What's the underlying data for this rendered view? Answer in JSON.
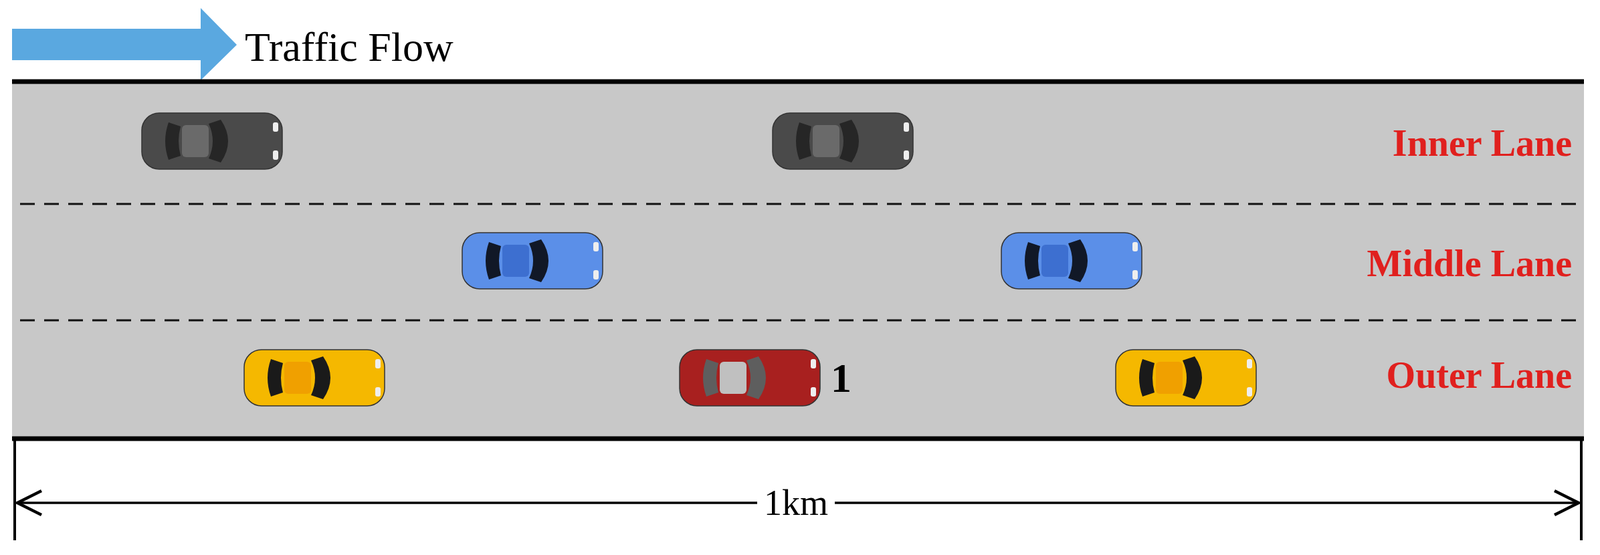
{
  "diagram": {
    "labels": [
      "Traffic Flow",
      "Inner Lane",
      "Middle Lane",
      "Outer Lane",
      "1",
      "1km"
    ]
  }
}
